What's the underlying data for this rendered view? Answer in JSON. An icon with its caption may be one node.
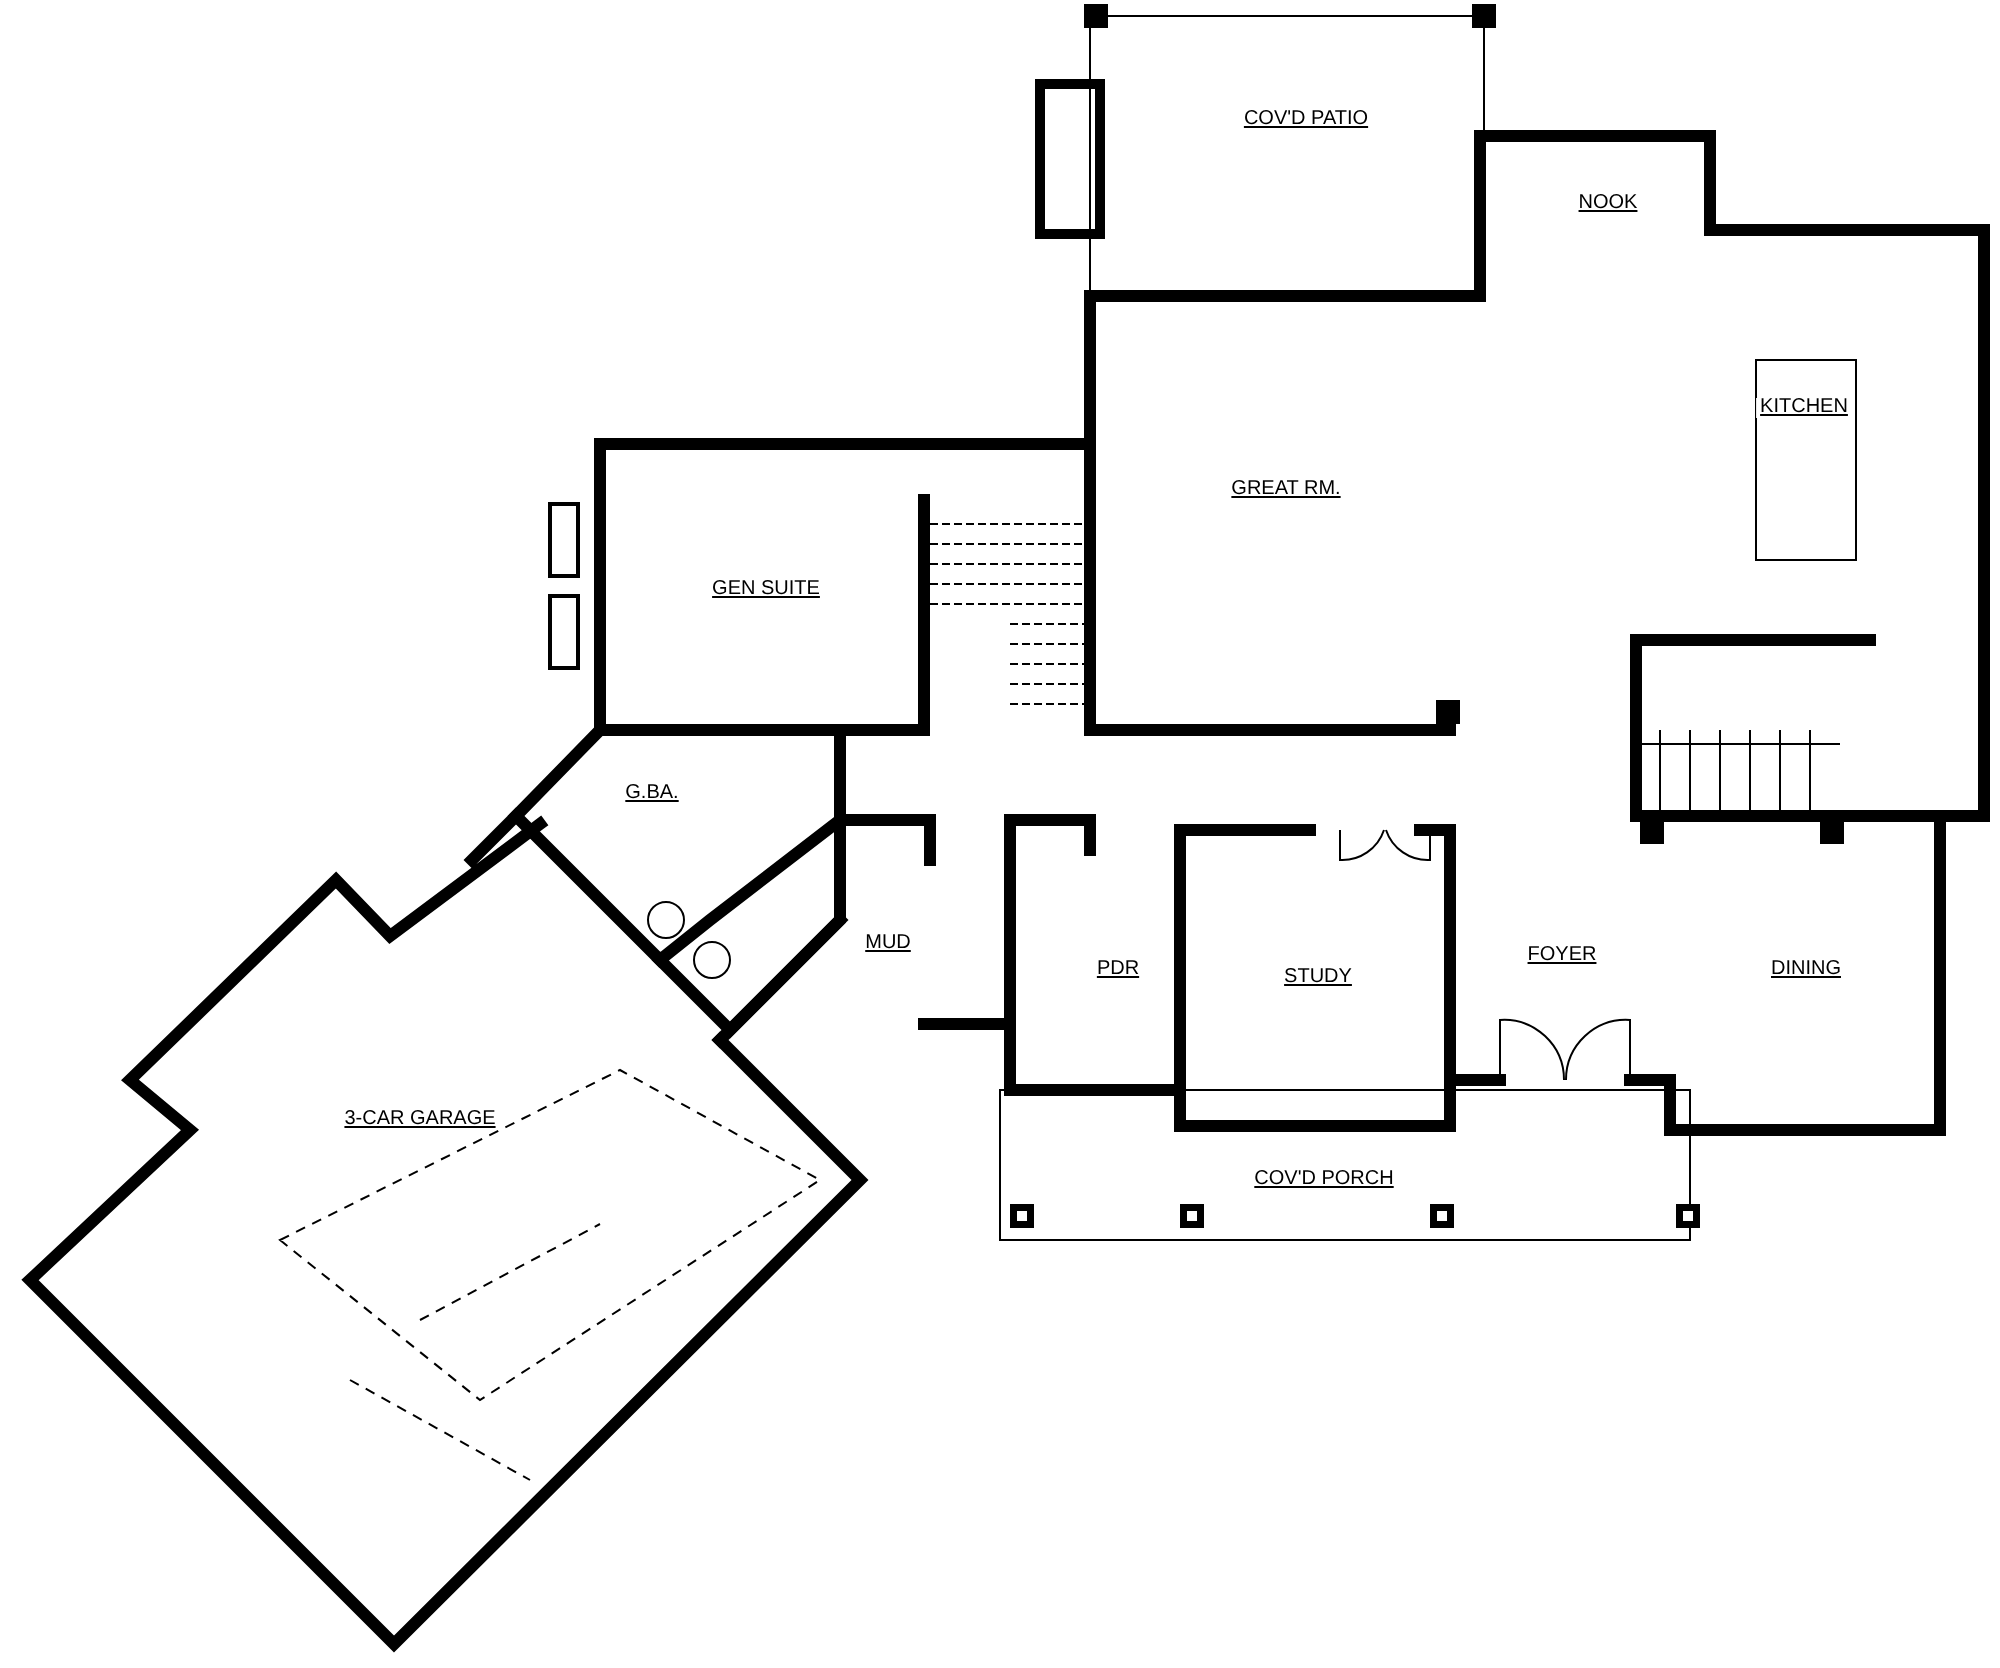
{
  "diagram": {
    "labels": [
      "COV'D PATIO",
      "NOOK",
      "KITCHEN",
      "GREAT RM.",
      "GEN SUITE",
      "G.BA.",
      "MUD",
      "PDR",
      "STUDY",
      "FOYER",
      "DINING",
      "3-CAR GARAGE",
      "COV'D PORCH"
    ]
  }
}
